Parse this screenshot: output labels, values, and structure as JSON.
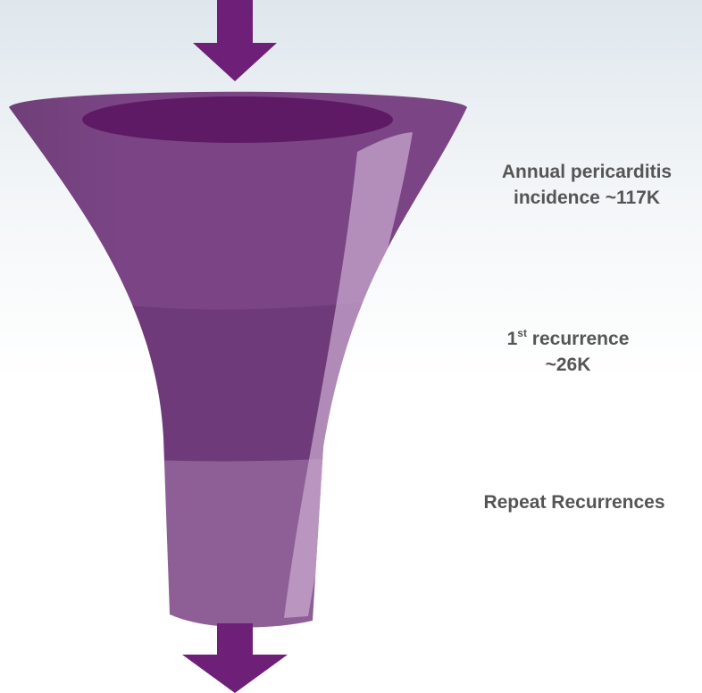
{
  "colors": {
    "arrow": "#6e1f78",
    "funnel_top": "#7b4585",
    "funnel_mouth": "#5f1a66",
    "funnel_middle": "#6e3a79",
    "funnel_bottom": "#8e5f97",
    "highlight": "#c7a7ce",
    "label_text": "#555555"
  },
  "stages": [
    {
      "line1": "Annual pericarditis",
      "line2": "incidence ~117K"
    },
    {
      "line1_number": "1",
      "line1_superscript": "st",
      "line1_rest": " recurrence",
      "line2": "~26K"
    },
    {
      "line1": "Repeat Recurrences"
    }
  ],
  "icons": {
    "top_arrow": "arrow-down-icon",
    "bottom_arrow": "arrow-down-icon"
  }
}
